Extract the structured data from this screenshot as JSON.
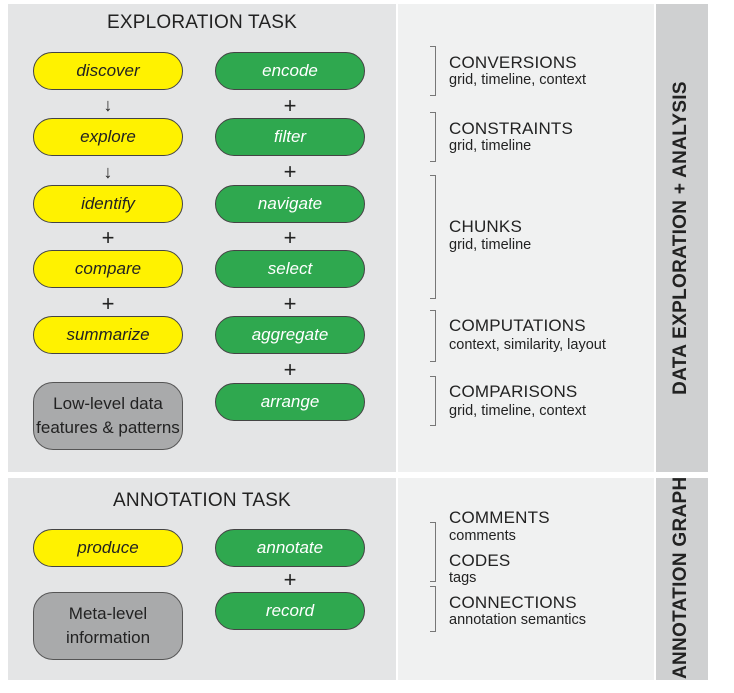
{
  "exploration": {
    "title": "EXPLORATION TASK",
    "tasks": [
      "discover",
      "explore",
      "identify",
      "compare",
      "summarize"
    ],
    "task_connectors": [
      "arrow-down",
      "arrow-down",
      "plus",
      "plus"
    ],
    "actions": [
      "encode",
      "filter",
      "navigate",
      "select",
      "aggregate",
      "arrange"
    ],
    "low_level_box": "Low-level data\nfeatures & patterns",
    "categories": [
      {
        "title": "CONVERSIONS",
        "sub": "grid, timeline, context"
      },
      {
        "title": "CONSTRAINTS",
        "sub": "grid, timeline"
      },
      {
        "title": "CHUNKS",
        "sub": "grid, timeline"
      },
      {
        "title": "COMPUTATIONS",
        "sub": "context, similarity, layout"
      },
      {
        "title": "COMPARISONS",
        "sub": "grid, timeline, context"
      }
    ],
    "side_label": "DATA EXPLORATION + ANALYSIS"
  },
  "annotation": {
    "title": "ANNOTATION TASK",
    "task": "produce",
    "actions": [
      "annotate",
      "record"
    ],
    "meta_box": "Meta-level\ninformation",
    "categories": [
      {
        "title": "COMMENTS",
        "sub": "comments"
      },
      {
        "title": "CODES",
        "sub": "tags"
      },
      {
        "title": "CONNECTIONS",
        "sub": "annotation semantics"
      }
    ],
    "side_label": "ANNOTATION GRAPH"
  },
  "symbols": {
    "arrow": "↓",
    "plus": "+"
  },
  "colors": {
    "yellow": "#fff200",
    "green": "#2fa84f",
    "gray": "#a9aaab"
  }
}
